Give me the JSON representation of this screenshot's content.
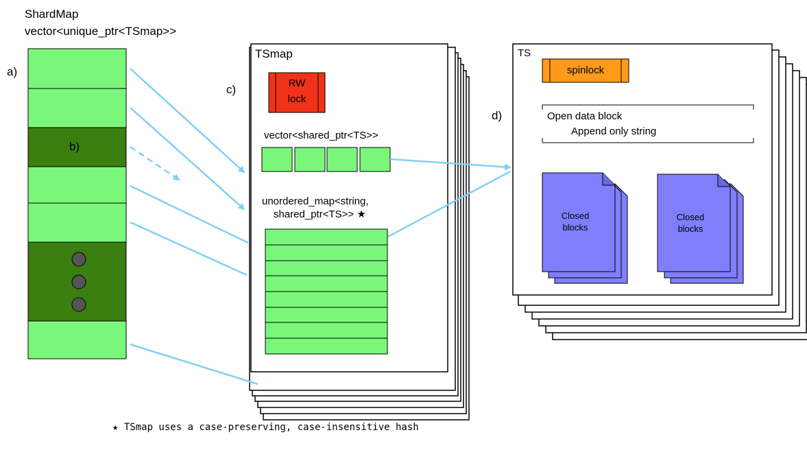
{
  "shardmap": {
    "title": "ShardMap",
    "type": "vector<unique_ptr<TSmap>>"
  },
  "markers": {
    "a": "a)",
    "b": "b)",
    "c": "c)",
    "d": "d)"
  },
  "tsmap": {
    "title": "TSmap",
    "rw_lock": [
      "RW",
      "lock"
    ],
    "vector_label": "vector<shared_ptr<TS>>",
    "map_label_line1": "unordered_map<string,",
    "map_label_line2": "shared_ptr<TS>> ★"
  },
  "ts": {
    "title": "TS",
    "spinlock": "spinlock",
    "open_block_line1": "Open data block",
    "open_block_line2": "Append only string",
    "closed_blocks": [
      "Closed",
      "blocks"
    ]
  },
  "footnote": "★ TSmap uses a case-preserving, case-insensitive hash",
  "colors": {
    "light_green": "#7af77a",
    "dark_green": "#3a7f10",
    "arrow": "#80d0f5",
    "red": "#f03218",
    "orange": "#ff9a1a",
    "blue": "#7f7ffc",
    "dot": "#555555"
  }
}
